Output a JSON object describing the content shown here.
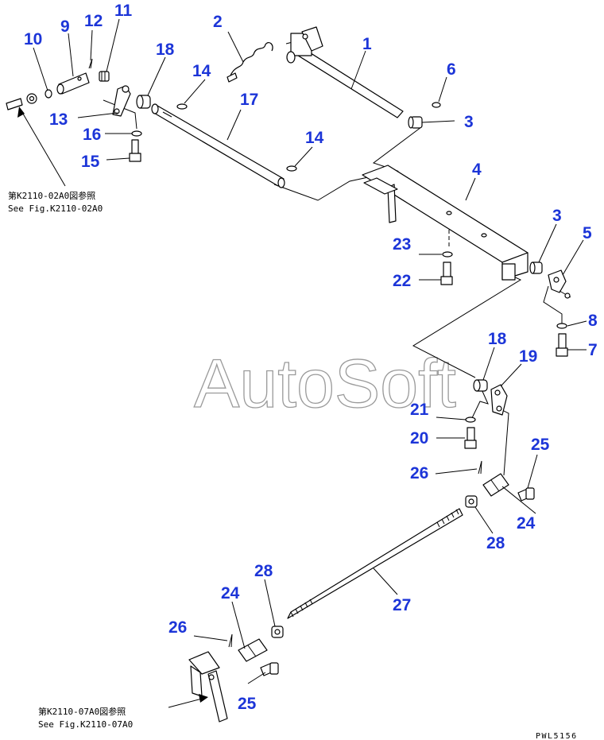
{
  "watermark": "AutoSoft",
  "drawing_code": "PWL5156",
  "callouts": [
    {
      "id": "c1",
      "label": "1"
    },
    {
      "id": "c2",
      "label": "2"
    },
    {
      "id": "c3a",
      "label": "3"
    },
    {
      "id": "c3b",
      "label": "3"
    },
    {
      "id": "c4",
      "label": "4"
    },
    {
      "id": "c5",
      "label": "5"
    },
    {
      "id": "c6",
      "label": "6"
    },
    {
      "id": "c7",
      "label": "7"
    },
    {
      "id": "c8",
      "label": "8"
    },
    {
      "id": "c9",
      "label": "9"
    },
    {
      "id": "c10",
      "label": "10"
    },
    {
      "id": "c11",
      "label": "11"
    },
    {
      "id": "c12",
      "label": "12"
    },
    {
      "id": "c13",
      "label": "13"
    },
    {
      "id": "c14a",
      "label": "14"
    },
    {
      "id": "c14b",
      "label": "14"
    },
    {
      "id": "c15",
      "label": "15"
    },
    {
      "id": "c16",
      "label": "16"
    },
    {
      "id": "c17",
      "label": "17"
    },
    {
      "id": "c18a",
      "label": "18"
    },
    {
      "id": "c18b",
      "label": "18"
    },
    {
      "id": "c19",
      "label": "19"
    },
    {
      "id": "c20",
      "label": "20"
    },
    {
      "id": "c21",
      "label": "21"
    },
    {
      "id": "c22",
      "label": "22"
    },
    {
      "id": "c23",
      "label": "23"
    },
    {
      "id": "c24a",
      "label": "24"
    },
    {
      "id": "c24b",
      "label": "24"
    },
    {
      "id": "c25a",
      "label": "25"
    },
    {
      "id": "c25b",
      "label": "25"
    },
    {
      "id": "c26a",
      "label": "26"
    },
    {
      "id": "c26b",
      "label": "26"
    },
    {
      "id": "c27",
      "label": "27"
    },
    {
      "id": "c28a",
      "label": "28"
    },
    {
      "id": "c28b",
      "label": "28"
    }
  ],
  "references": [
    {
      "id": "ref1",
      "jp": "第K2110-02A0図参照",
      "en": "See Fig.K2110-02A0"
    },
    {
      "id": "ref2",
      "jp": "第K2110-07A0図参照",
      "en": "See Fig.K2110-07A0"
    }
  ]
}
